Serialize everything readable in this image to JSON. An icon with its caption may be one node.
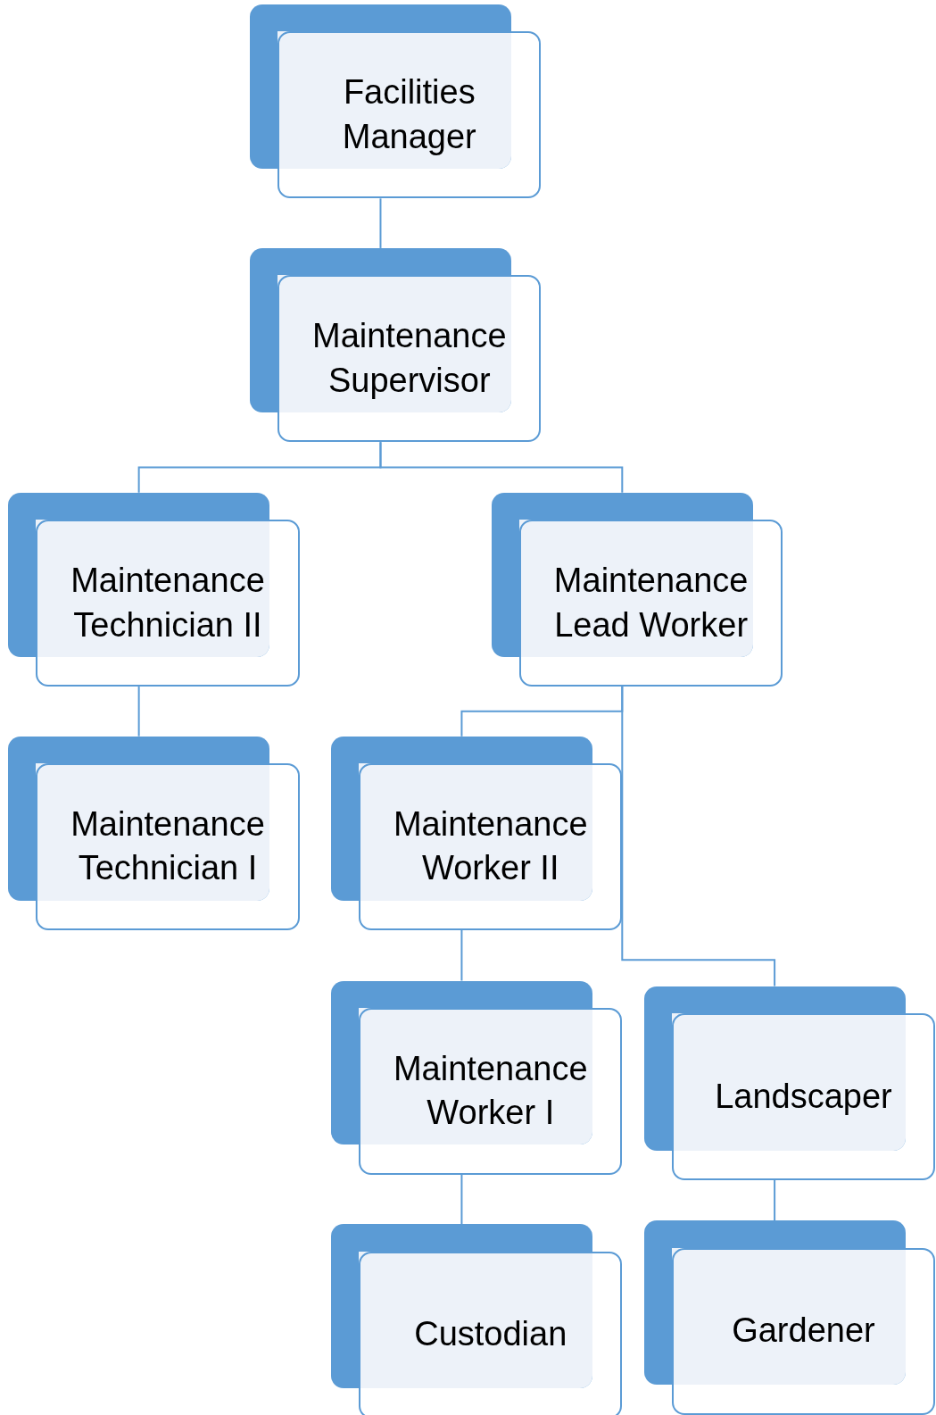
{
  "diagram": {
    "nodes": [
      {
        "text": [
          "Facilities Manager"
        ]
      },
      {
        "text": [
          "Maintenance Supervisor"
        ]
      },
      {
        "text": [
          "Maintenance Technician II"
        ]
      },
      {
        "text": [
          "Maintenance Lead Worker"
        ]
      },
      {
        "text": [
          "Maintenance Technician I"
        ]
      },
      {
        "text": [
          "Maintenance Worker II"
        ]
      },
      {
        "text": [
          "Maintenance Worker I"
        ]
      },
      {
        "text": [
          "Landscaper"
        ]
      },
      {
        "text": [
          "Custodian"
        ]
      },
      {
        "text": [
          "Gardener"
        ]
      }
    ],
    "edges": [
      {
        "from": 0,
        "to": 1,
        "arrow": "none"
      },
      {
        "from": 1,
        "to": 2,
        "arrow": "none"
      },
      {
        "from": 1,
        "to": 3,
        "arrow": "none"
      },
      {
        "from": 2,
        "to": 4,
        "arrow": "none"
      },
      {
        "from": 3,
        "to": 5,
        "arrow": "none"
      },
      {
        "from": 3,
        "to": 7,
        "arrow": "none"
      },
      {
        "from": 5,
        "to": 6,
        "arrow": "none"
      },
      {
        "from": 6,
        "to": 8,
        "arrow": "none"
      },
      {
        "from": 7,
        "to": 9,
        "arrow": "none"
      }
    ]
  }
}
